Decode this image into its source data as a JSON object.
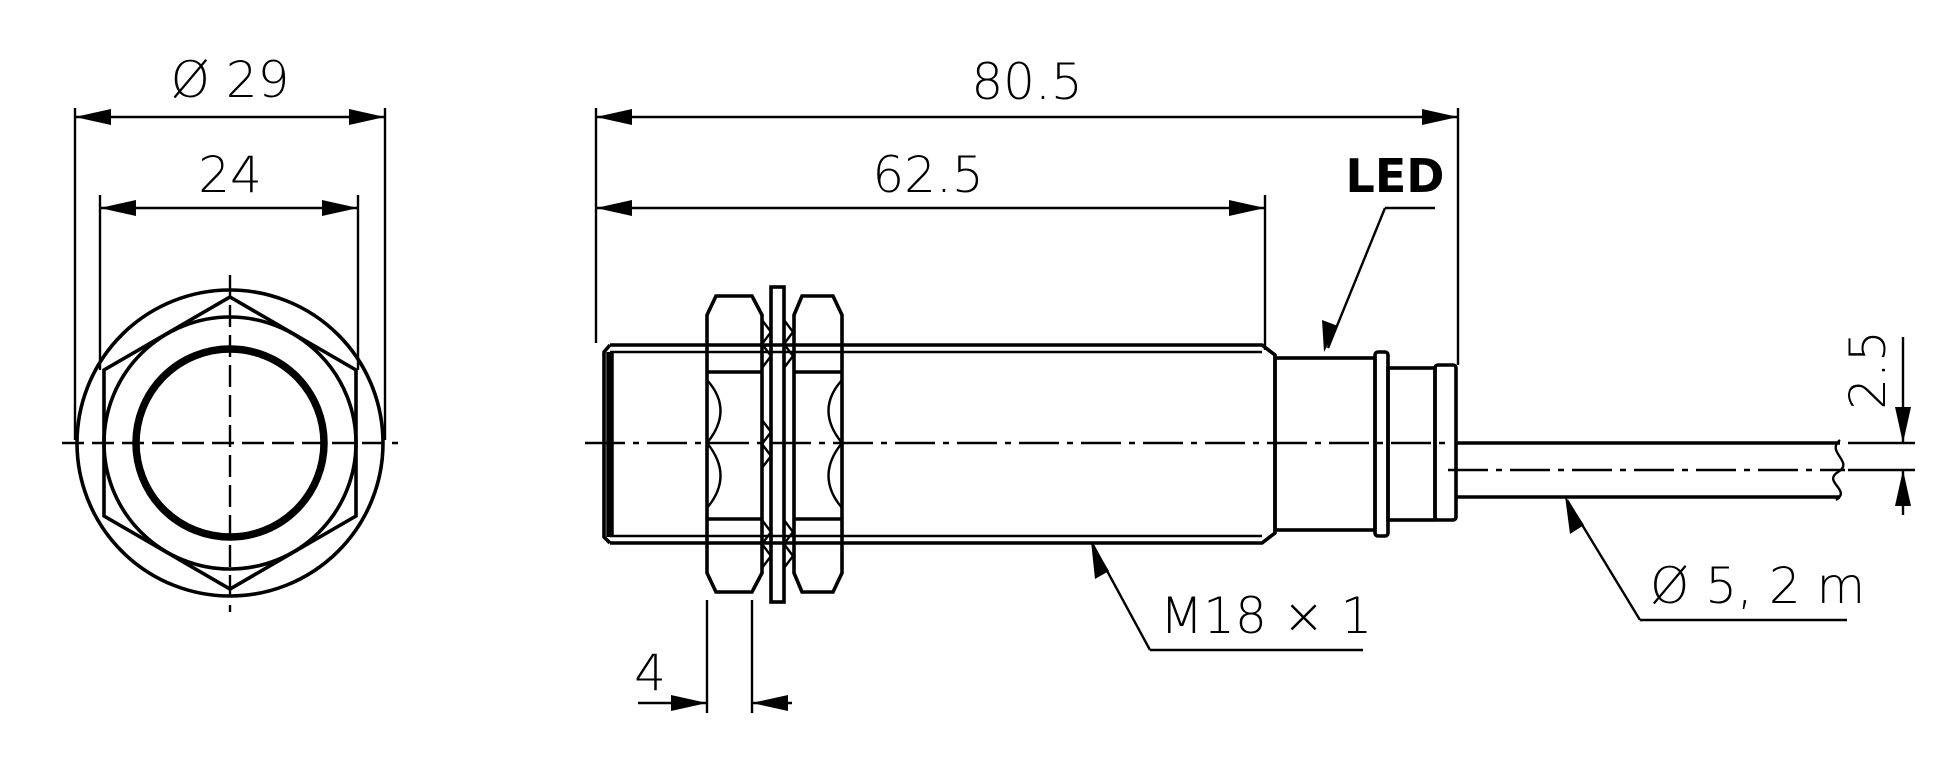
{
  "dimensions": {
    "outer_diameter": "Ø 29",
    "across_flats": "24",
    "overall_length": "80.5",
    "thread_length": "62.5",
    "nut_thickness": "4",
    "cable_offset": "2.5"
  },
  "callouts": {
    "led": "LED",
    "thread": "M18 × 1",
    "cable": "Ø 5, 2 m"
  }
}
